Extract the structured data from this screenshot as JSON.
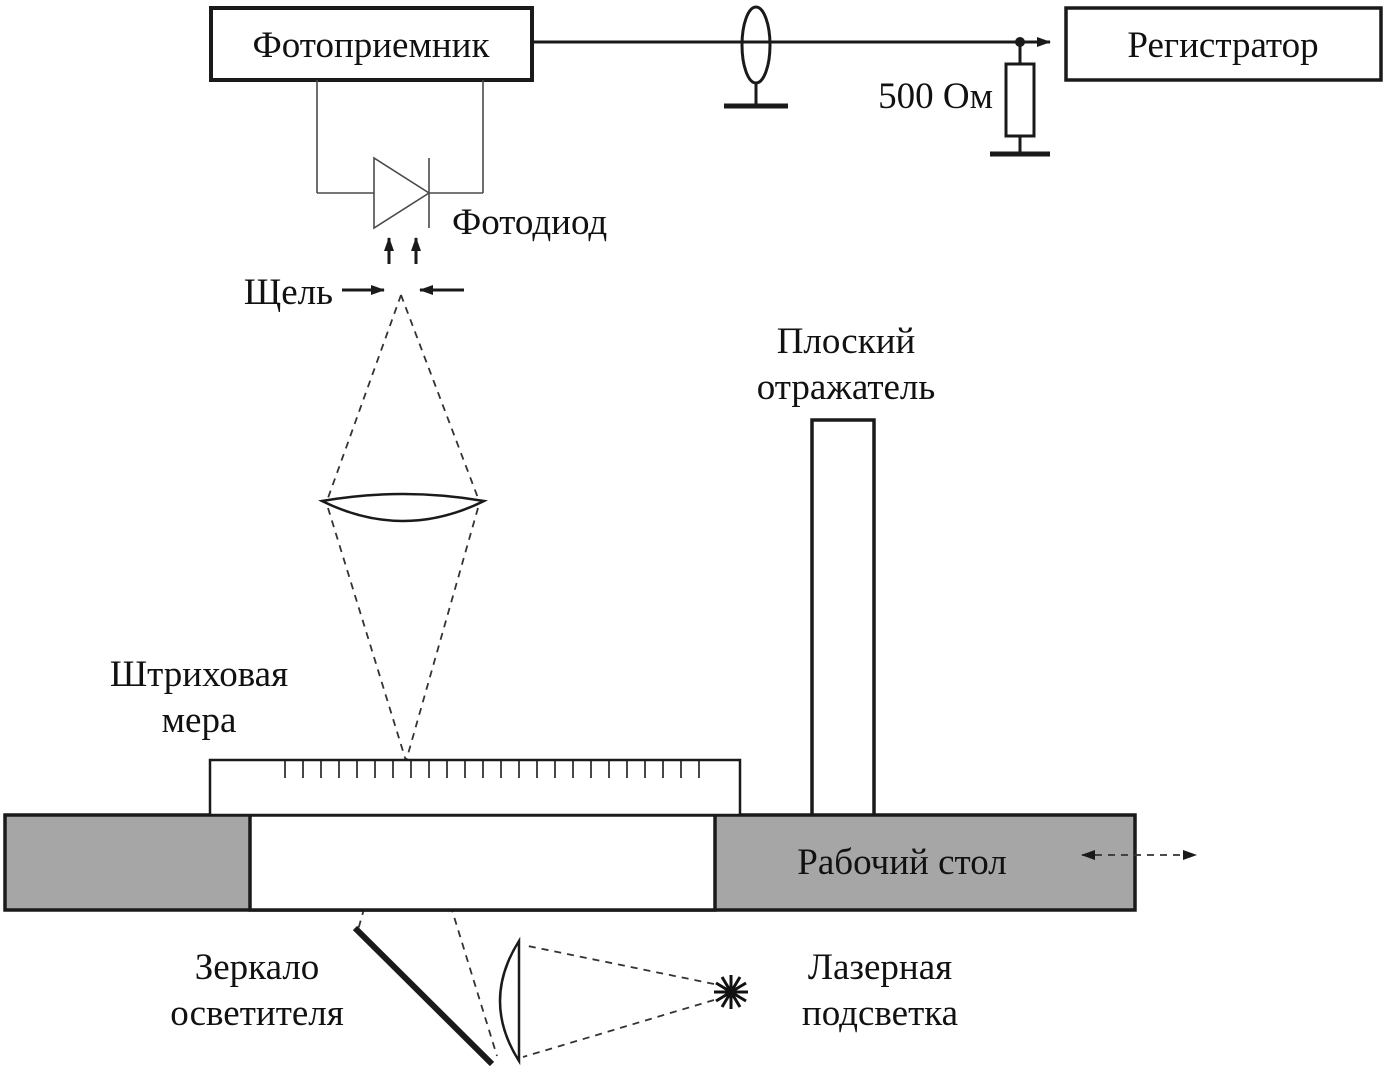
{
  "diagram": {
    "boxes": {
      "photodetector": "Фотоприемник",
      "recorder": "Регистратор"
    },
    "labels": {
      "resistor": "500 Ом",
      "photodiode": "Фотодиод",
      "slit": "Щель",
      "flat_reflector": [
        "Плоский",
        "отражатель"
      ],
      "line_scale": [
        "Штриховая",
        "мера"
      ],
      "work_table": "Рабочий стол",
      "illuminator_mirror": [
        "Зеркало",
        "осветителя"
      ],
      "laser": [
        "Лазерная",
        "подсветка"
      ]
    },
    "colors": {
      "table_fill": "#a6a6a6",
      "line": "#1a1a1a"
    }
  }
}
